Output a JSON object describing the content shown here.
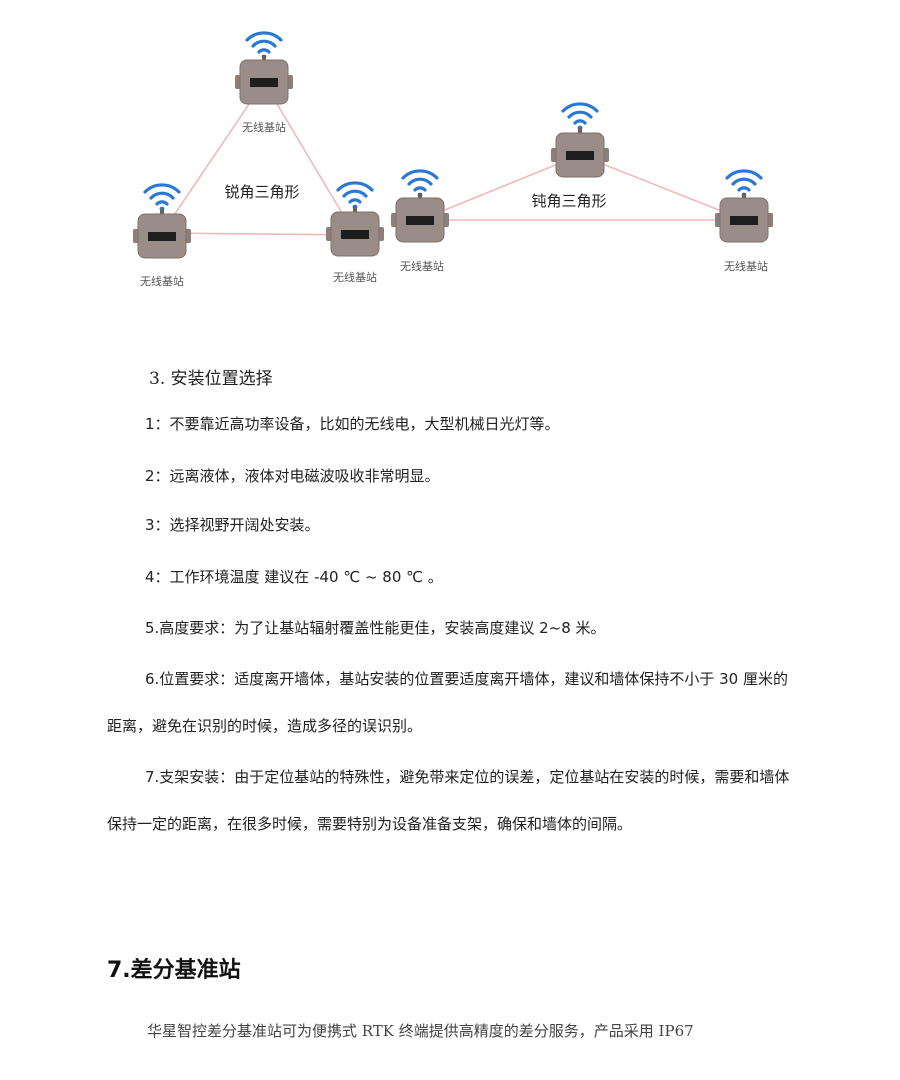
{
  "figure": {
    "acute_label": "锐角三角形",
    "obtuse_label": "钝角三角形",
    "station_label": "无线基站",
    "colors": {
      "device": "#9a8c86",
      "line": "#f2b8b8",
      "wifi": "#2a78d6"
    },
    "icons": [
      "wifi-icon",
      "base-station-icon"
    ]
  },
  "section": {
    "title": "3. 安装位置选择",
    "items": [
      "1：不要靠近高功率设备，比如的无线电，大型机械日光灯等。",
      "2：远离液体，液体对电磁波吸收非常明显。",
      "3：选择视野开阔处安装。",
      "4：工作环境温度 建议在 -40 ℃ ~ 80 ℃ 。",
      "5.高度要求：为了让基站辐射覆盖性能更佳，安装高度建议 2~8 米。",
      "6.位置要求：适度离开墙体，基站安装的位置要适度离开墙体，建议和墙体保持不小于 30 厘米的距离，避免在识别的时候，造成多径的误识别。",
      "7.支架安装：由于定位基站的特殊性，避免带来定位的误差，定位基站在安装的时候，需要和墙体保持一定的距离，在很多时候，需要特别为设备准备支架，确保和墙体的间隔。"
    ]
  },
  "chapter": {
    "title": "7.差分基准站",
    "intro": "华星智控差分基准站可为便携式 RTK 终端提供高精度的差分服务，产品采用 IP67"
  }
}
